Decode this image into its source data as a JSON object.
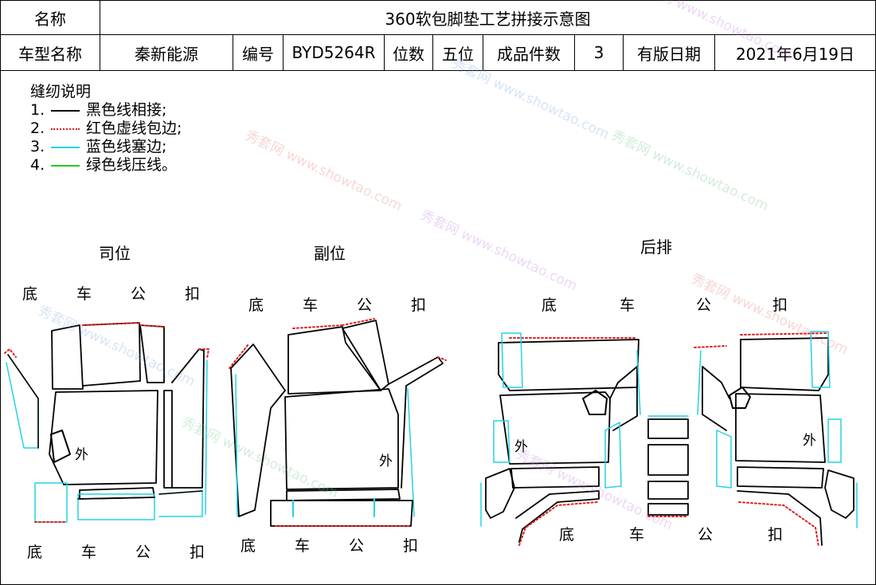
{
  "header": {
    "name_label": "名称",
    "title": "360软包脚垫工艺拼接示意图",
    "model_label": "车型名称",
    "model_value": "秦新能源",
    "code_label": "编号",
    "code_value": "BYD5264R",
    "seat_label": "位数",
    "seat_value": "五位",
    "count_label": "成品件数",
    "count_value": "3",
    "date_label": "有版日期",
    "date_value": "2021年6月19日"
  },
  "legend": {
    "title": "缝纫说明",
    "items": [
      {
        "num": "1.",
        "text": "黑色线相接;",
        "color": "#000000",
        "style": "solid"
      },
      {
        "num": "2.",
        "text": "红色虚线包边;",
        "color": "#e02020",
        "style": "dotted"
      },
      {
        "num": "3.",
        "text": "蓝色线塞边;",
        "color": "#22d3e6",
        "style": "solid"
      },
      {
        "num": "4.",
        "text": "绿色线压线。",
        "color": "#22cc22",
        "style": "solid"
      }
    ]
  },
  "sections": {
    "driver": "司位",
    "passenger": "副位",
    "rear": "后排"
  },
  "outer_label": "外",
  "bottom_buckle": [
    "底",
    "车",
    "公",
    "扣"
  ],
  "watermark": {
    "brand": "秀套网",
    "url": "www.showtao.com"
  },
  "colors": {
    "black": "#000000",
    "red": "#e02020",
    "cyan": "#22d3e6",
    "green": "#22cc22"
  }
}
